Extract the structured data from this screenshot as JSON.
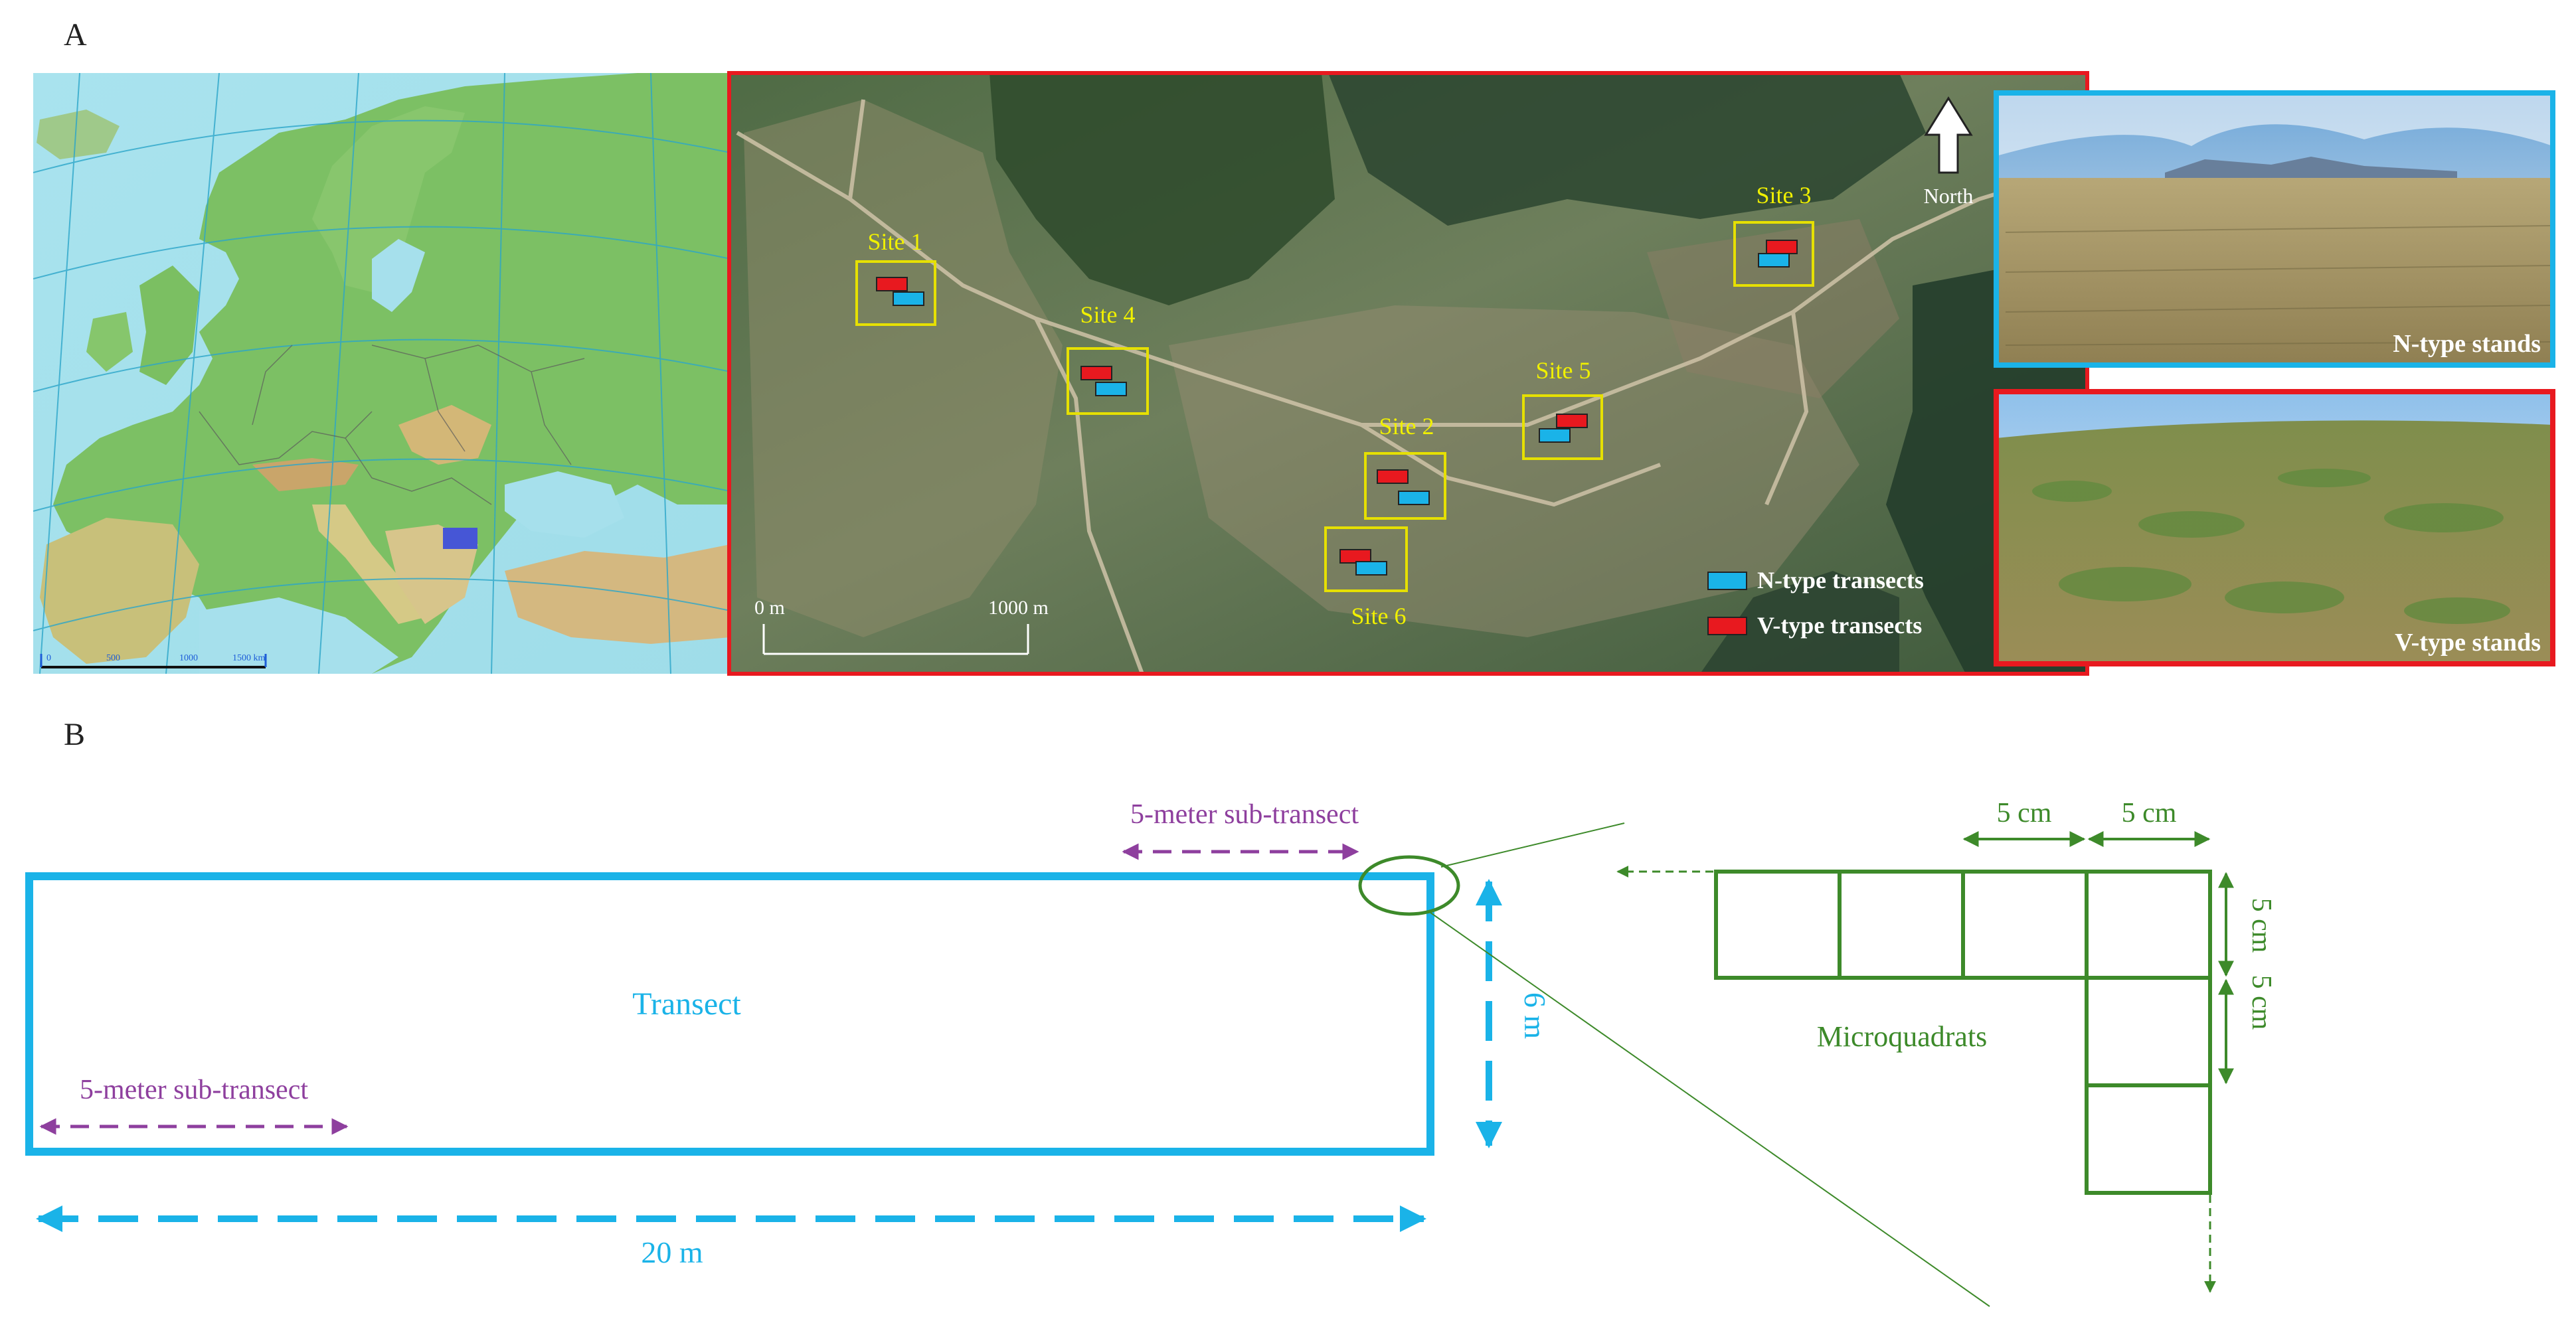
{
  "panel_a": {
    "label": "A",
    "europe_map": {
      "scale_labels": [
        "0",
        "500",
        "1000",
        "1500 km"
      ]
    },
    "satellite": {
      "sites": [
        {
          "label": "Site 1"
        },
        {
          "label": "Site 4"
        },
        {
          "label": "Site 3"
        },
        {
          "label": "Site 5"
        },
        {
          "label": "Site 2"
        },
        {
          "label": "Site 6"
        }
      ],
      "north_label": "North",
      "scale_start": "0 m",
      "scale_end": "1000 m",
      "legend": {
        "n_label": "N-type transects",
        "v_label": "V-type transects"
      }
    },
    "photos": {
      "n_caption": "N-type stands",
      "v_caption": "V-type stands"
    }
  },
  "panel_b": {
    "label": "B",
    "transect_label": "Transect",
    "subtransect_label_top": "5-meter sub-transect",
    "subtransect_label_left": "5-meter sub-transect",
    "length_label": "20 m",
    "width_label": "6 m",
    "quadrat_label": "Microquadrats",
    "dim_top_1": "5 cm",
    "dim_top_2": "5 cm",
    "dim_side_1": "5 cm",
    "dim_side_2": "5 cm"
  },
  "colors": {
    "n_type": "#1ab3e8",
    "v_type": "#e8191f",
    "site_text": "#f0f000",
    "sub_transect": "#8e3f9e",
    "micro": "#3d8a2a",
    "transect": "#1ab3e8"
  }
}
